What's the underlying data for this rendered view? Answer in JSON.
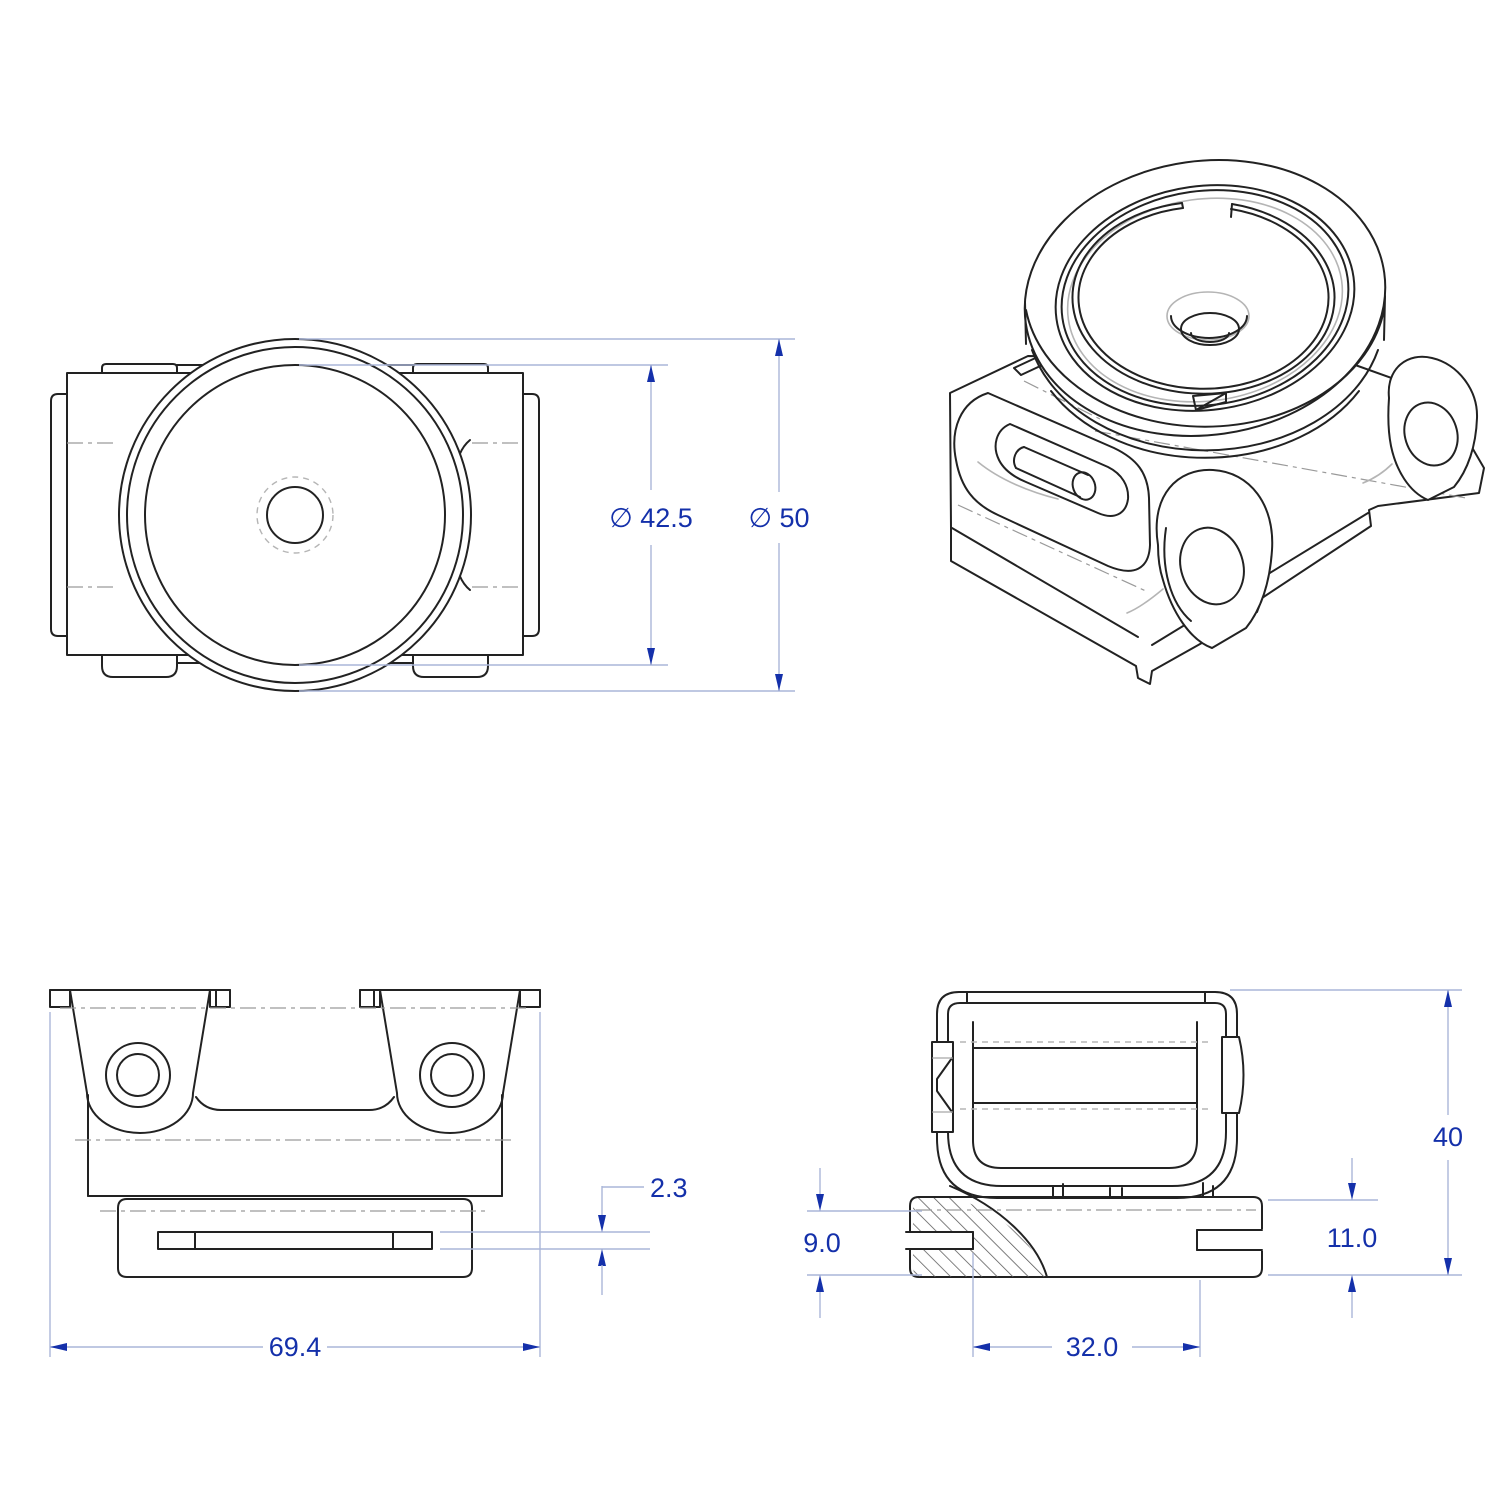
{
  "colors": {
    "background": "#ffffff",
    "edge": "#222222",
    "light_edge": "#b5b5b5",
    "centerline": "#9a9a9a",
    "dimension_line": "#aab6d8",
    "dimension_accent": "#1430aa",
    "hatch": "#555555"
  },
  "views": {
    "top": {
      "dim_inner": "∅ 42.5",
      "dim_outer": "∅ 50"
    },
    "front": {
      "dim_slot": "2.3",
      "dim_width": "69.4"
    },
    "side": {
      "dim_height": "40",
      "dim_base": "11.0",
      "dim_recess": "9.0",
      "dim_slots": "32.0"
    }
  }
}
